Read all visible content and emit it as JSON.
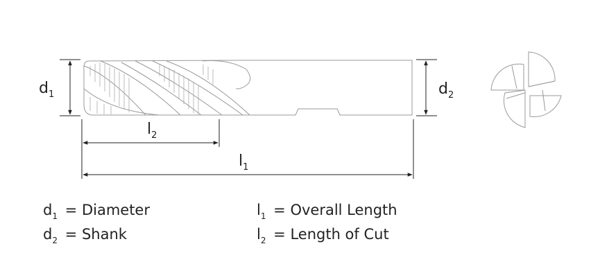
{
  "diagram": {
    "labels": {
      "d1": {
        "base": "d",
        "sub": "1"
      },
      "d2": {
        "base": "d",
        "sub": "2"
      },
      "l1": {
        "base": "l",
        "sub": "1"
      },
      "l2": {
        "base": "l",
        "sub": "2"
      }
    },
    "legend": [
      {
        "base": "d",
        "sub": "1",
        "text": "= Diameter"
      },
      {
        "base": "d",
        "sub": "2",
        "text": "= Shank"
      },
      {
        "base": "l",
        "sub": "1",
        "text": "= Overall Length"
      },
      {
        "base": "l",
        "sub": "2",
        "text": "= Length of Cut"
      }
    ],
    "colors": {
      "line": "#999999",
      "dimension": "#222222",
      "text": "#222222"
    }
  }
}
